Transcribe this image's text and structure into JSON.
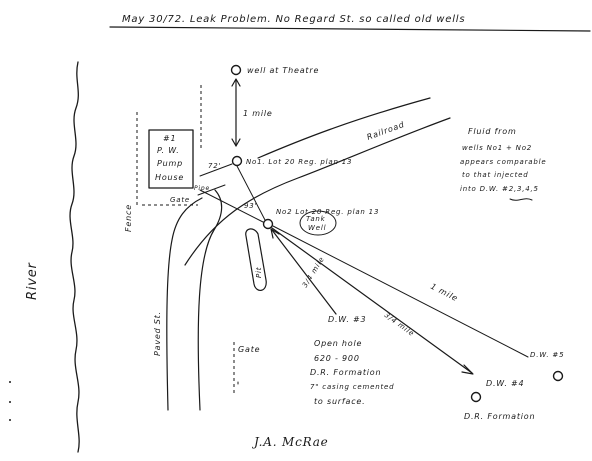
{
  "header": {
    "title": "May 30/72.  Leak Problem.  No Regard St. so called old wells"
  },
  "labels": {
    "well_theatre": "well at Theatre",
    "one_mile_top": "1 mile",
    "railroad": "Railroad",
    "fluid_note": [
      "Fluid from",
      "wells No1 + No2",
      "appears comparable",
      "to that injected",
      "into D.W. #2,3,4,5"
    ],
    "well1": "No1. Lot 20 Reg. plan 13",
    "well2": "No2 Lot 20 Reg. plan 13",
    "tank_well": [
      "Tank",
      "Well"
    ],
    "pw_house": [
      "#1",
      "P. W.",
      "Pump",
      "House"
    ],
    "pipe": "Pipe",
    "gate_top": "Gate",
    "fence": "Fence",
    "river": "River",
    "paved_st": "Paved St.",
    "pit": "Pit",
    "gate_bottom": "Gate",
    "dw3": "D.W. #3",
    "dw3_mile": "3/4 mile",
    "one_mile_right": "1 mile",
    "dw4_mile": "3/4 mile",
    "dw5": "D.W. #5",
    "dw4": "D.W. #4",
    "open_hole": [
      "Open hole",
      "620 - 900",
      "D.R. Formation",
      "7\" casing cemented",
      "to surface."
    ],
    "dr_formation": "D.R. Formation",
    "dist_72": "72'",
    "dist_93": "93'",
    "signature": "J.A. McRae"
  }
}
